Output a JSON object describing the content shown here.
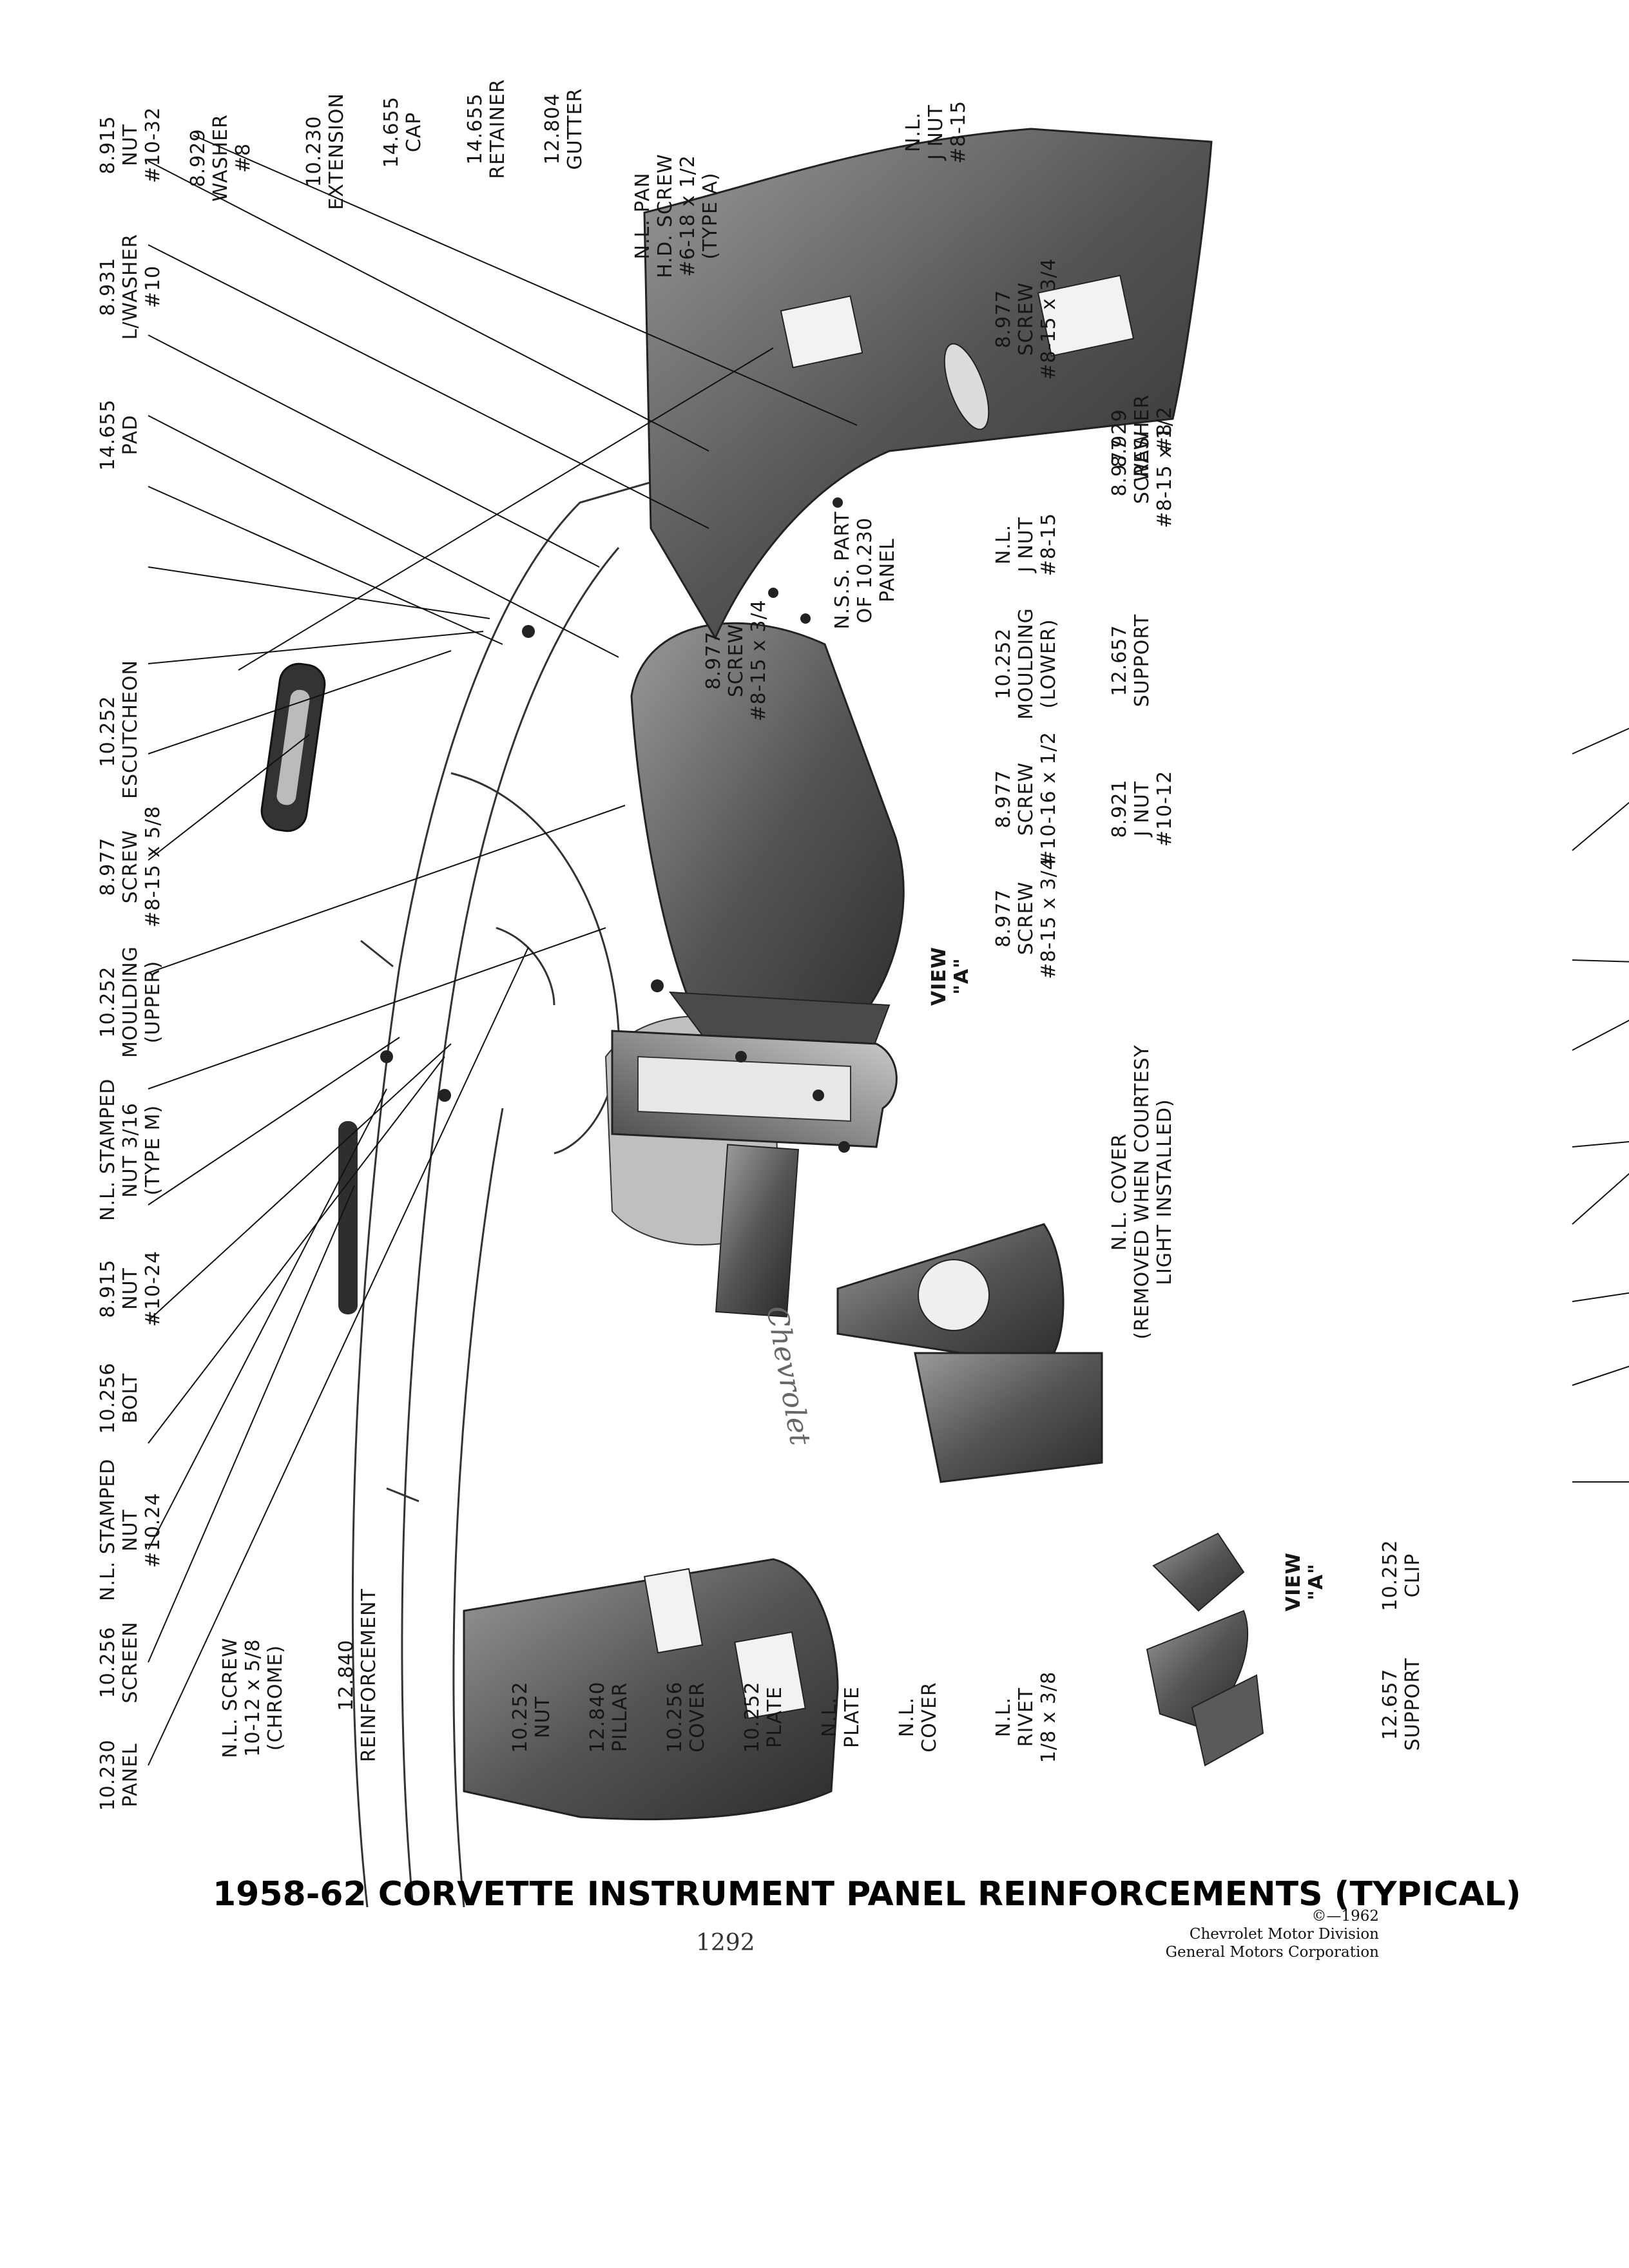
{
  "title": "1958-62 CORVETTE INSTRUMENT PANEL REINFORCEMENTS (TYPICAL)",
  "page_number": "1292",
  "credit": {
    "copyright": "©—1962",
    "line1": "Chevrolet Motor Division",
    "line2": "General Motors Corporation"
  },
  "view_label": [
    "VIEW",
    "\"A\""
  ],
  "labels_top": [
    [
      "10.230",
      "PANEL"
    ],
    [
      "10.256",
      "SCREEN"
    ],
    [
      "N.L. STAMPED",
      "NUT",
      "#10.24"
    ],
    [
      "10.256",
      "BOLT"
    ],
    [
      "8.915",
      "NUT",
      "#10-24"
    ],
    [
      "N.L. STAMPED",
      "NUT 3/16",
      "(TYPE M)"
    ],
    [
      "10.252",
      "MOULDING",
      "(UPPER)"
    ],
    [
      "8.977",
      "SCREW",
      "#8-15 x 5/8"
    ],
    [
      "10.252",
      "ESCUTCHEON"
    ],
    [
      "14.655",
      "PAD"
    ],
    [
      "8.931",
      "L/WASHER",
      "#10"
    ],
    [
      "8.915",
      "NUT",
      "#10-32"
    ],
    [
      "8.929",
      "WASHER",
      "#8"
    ],
    [
      "10.230",
      "EXTENSION"
    ],
    [
      "14.655",
      "CAP"
    ],
    [
      "14.655",
      "RETAINER"
    ],
    [
      "12.804",
      "GUTTER"
    ],
    [
      "N.L. PAN",
      "H.D. SCREW",
      "#6-18 x 1/2",
      "(TYPE A)"
    ],
    [
      "N.L.",
      "J NUT",
      "#8-15"
    ]
  ],
  "labels_bottom": [
    [
      "N.L. SCREW",
      "10-12 x 5/8",
      "(CHROME)"
    ],
    [
      "12.840",
      "REINFORCEMENT"
    ],
    [
      "10.252",
      "NUT"
    ],
    [
      "12.840",
      "PILLAR"
    ],
    [
      "10.256",
      "COVER"
    ],
    [
      "10.252",
      "PLATE"
    ],
    [
      "N.L.",
      "PLATE"
    ],
    [
      "N.L.",
      "COVER"
    ],
    [
      "N.L.",
      "RIVET",
      "1/8 x 3/8"
    ],
    [
      "12.657",
      "SUPPORT"
    ],
    [
      "10.252",
      "CLIP"
    ]
  ],
  "labels_middle": [
    [
      "8.977",
      "SCREW",
      "#8-15 x 3/4"
    ],
    [
      "N.L. COVER",
      "(REMOVED WHEN COURTESY",
      "LIGHT INSTALLED)"
    ],
    [
      "8.977",
      "SCREW",
      "#10-16 x 1/2"
    ],
    [
      "8.921",
      "J NUT",
      "#10-12"
    ],
    [
      "10.252",
      "MOULDING",
      "(LOWER)"
    ],
    [
      "12.657",
      "SUPPORT"
    ],
    [
      "N.L.",
      "J NUT",
      "#8-15"
    ],
    [
      "N.S.S. PART",
      "OF 10.230",
      "PANEL"
    ],
    [
      "8.977",
      "SCREW",
      "#8-15 x 3/4"
    ],
    [
      "8.977",
      "SCREW",
      "#8-15 x 1/2"
    ],
    [
      "8.977",
      "SCREW",
      "#8-15 x 3/4"
    ],
    [
      "8.929",
      "WASHER",
      "#8"
    ]
  ]
}
